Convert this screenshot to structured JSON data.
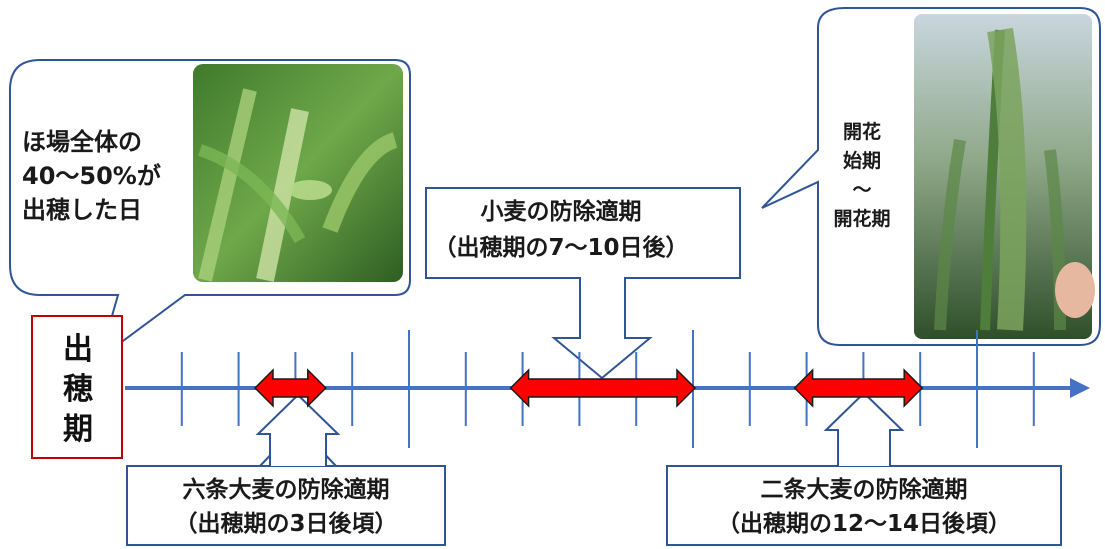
{
  "heading_box": {
    "label": "出\n穂\n期"
  },
  "callout_left": {
    "text": "ほ場全体の\n40～50%が\n出穂した日"
  },
  "callout_right": {
    "text": "開花\n始期\n～\n開花期"
  },
  "wheat": {
    "title": "小麦の防除適期",
    "range": "（出穂期の7～10日後）"
  },
  "six_row_barley": {
    "title": "六条大麦の防除適期",
    "range": "（出穂期の3日後頃）"
  },
  "two_row_barley": {
    "title": "二条大麦の防除適期",
    "range": "（出穂期の12～14日後頃）"
  },
  "colors": {
    "axis": "#4472c4",
    "range_arrow": "#ff0000",
    "heading_border": "#c00000",
    "box_border": "#2f5597"
  }
}
